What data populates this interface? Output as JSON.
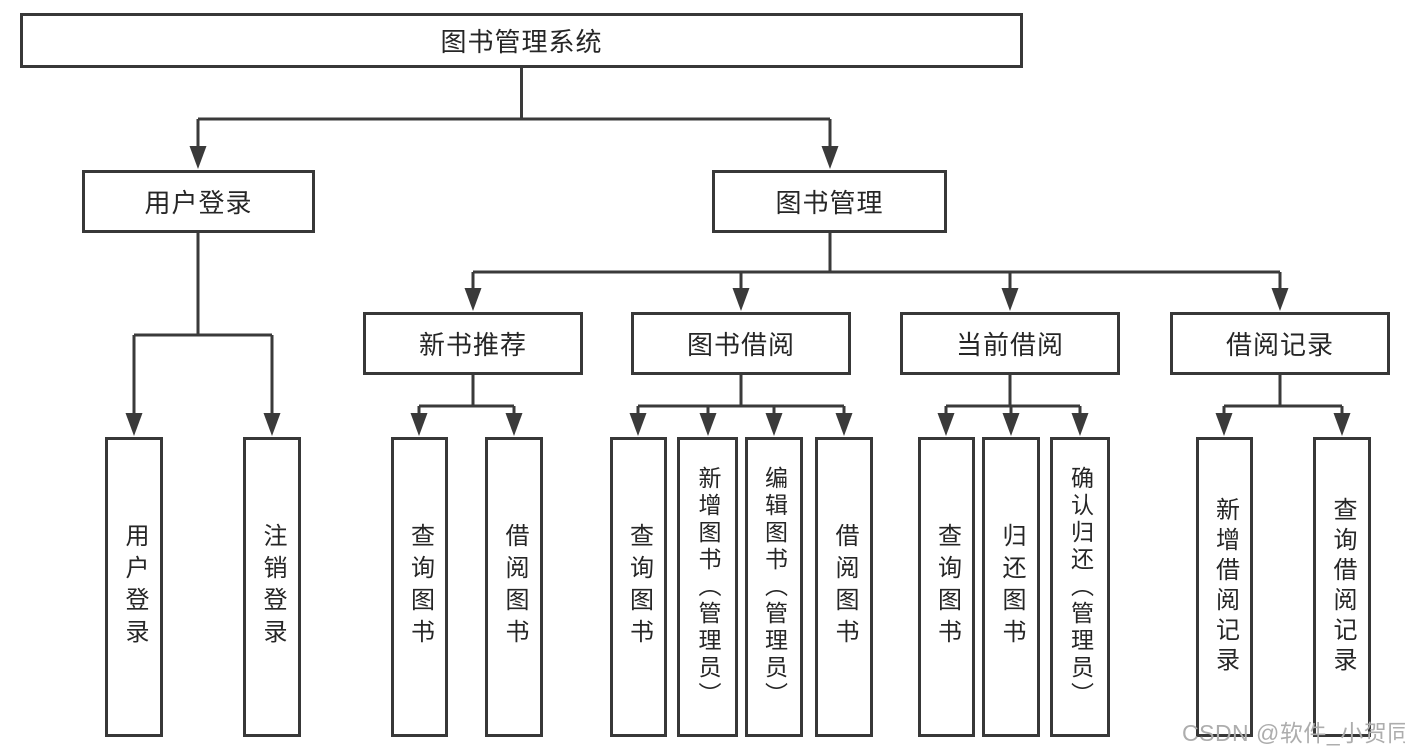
{
  "colors": {
    "background": "#ffffff",
    "line": "#3a3a3a",
    "box_border": "#383838",
    "text": "#262626",
    "watermark": "#adadad"
  },
  "watermark": {
    "text": "CSDN @软件_小贺同学"
  },
  "diagram": {
    "root": {
      "label": "图书管理系统"
    },
    "branches": [
      {
        "label": "用户登录",
        "children": [
          {
            "label": "用户登录"
          },
          {
            "label": "注销登录"
          }
        ]
      },
      {
        "label": "图书管理",
        "children": [
          {
            "label": "新书推荐",
            "children": [
              {
                "label": "查询图书"
              },
              {
                "label": "借阅图书"
              }
            ]
          },
          {
            "label": "图书借阅",
            "children": [
              {
                "label": "查询图书"
              },
              {
                "label": "新增图书（管理员）"
              },
              {
                "label": "编辑图书（管理员）"
              },
              {
                "label": "借阅图书"
              }
            ]
          },
          {
            "label": "当前借阅",
            "children": [
              {
                "label": "查询图书"
              },
              {
                "label": "归还图书"
              },
              {
                "label": "确认归还（管理员）"
              }
            ]
          },
          {
            "label": "借阅记录",
            "children": [
              {
                "label": "新增借阅记录"
              },
              {
                "label": "查询借阅记录"
              }
            ]
          }
        ]
      }
    ]
  }
}
